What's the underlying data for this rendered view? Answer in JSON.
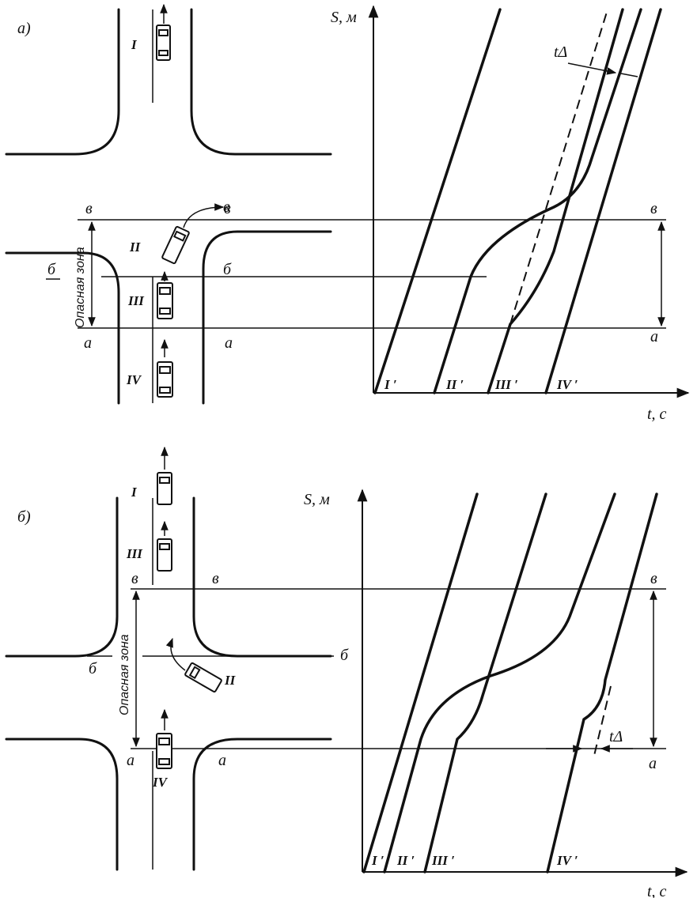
{
  "panel_a": {
    "label": "а)",
    "zone_label": "Опасная зона",
    "lines": {
      "v": "в",
      "b": "б",
      "a": "а"
    },
    "cars": [
      "I",
      "II",
      "III",
      "IV"
    ],
    "axes": {
      "y": "S, м",
      "x": "t, с"
    },
    "curves": [
      "I ′",
      "II ′",
      "III ′",
      "IV ′"
    ],
    "interval": "tΔ"
  },
  "panel_b": {
    "label": "б)",
    "zone_label": "Опасная зона",
    "lines": {
      "v": "в",
      "b": "б",
      "a": "а"
    },
    "cars": [
      "I",
      "III",
      "II",
      "IV"
    ],
    "axes": {
      "y": "S, м",
      "x": "t, с"
    },
    "curves": [
      "I ′",
      "II ′",
      "III ′",
      "IV ′"
    ],
    "interval": "tΔ"
  }
}
